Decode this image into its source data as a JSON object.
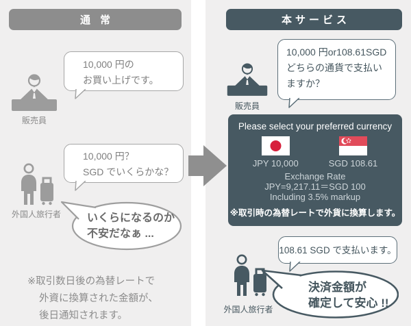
{
  "colors": {
    "slate": "#475962",
    "gray_header": "#8d8d8d",
    "panel_bg": "#f0efef",
    "japan_red": "#d7203c",
    "singapore_red": "#e14b5a"
  },
  "icons": {
    "clerk": "clerk-at-counter-icon",
    "traveler": "traveler-with-suitcase-icon",
    "arrow": "arrow-right-icon",
    "japan_flag": "japan-flag-icon",
    "singapore_flag": "singapore-flag-icon"
  },
  "normal": {
    "header": "通常",
    "clerk_bubble": [
      "10,000 円の",
      "お買い上げです。"
    ],
    "clerk_label": "販売員",
    "traveler_bubble": [
      "10,000 円？",
      "SGD でいくらかな？"
    ],
    "traveler_label": "外国人旅行者",
    "thought_bubble": [
      "いくらになるのか",
      "不安だなぁ ..."
    ],
    "note": [
      "※取引数日後の為替レートで",
      "外資に換算された金額が、",
      "後日通知されます。"
    ]
  },
  "service": {
    "header": "本サービス",
    "clerk_bubble": [
      "10,000 円or108.61SGD",
      "どちらの通貨で支払い",
      "ますか？"
    ],
    "clerk_label": "販売員",
    "currency_panel": {
      "title": "Please select your preferred currency",
      "jpy_label": "JPY 10,000",
      "sgd_label": "SGD 108.61",
      "rate_heading": "Exchange Rate",
      "rate_value": "JPY=9,217.11＝SGD 100",
      "markup": "Including 3.5% markup",
      "note": "※取引時の為替レートで外貨に換算します。"
    },
    "traveler_bubble": "108.61 SGD で支払います。",
    "traveler_label": "外国人旅行者",
    "thought_bubble": [
      "決済金額が",
      "確定して安心 !!"
    ]
  }
}
